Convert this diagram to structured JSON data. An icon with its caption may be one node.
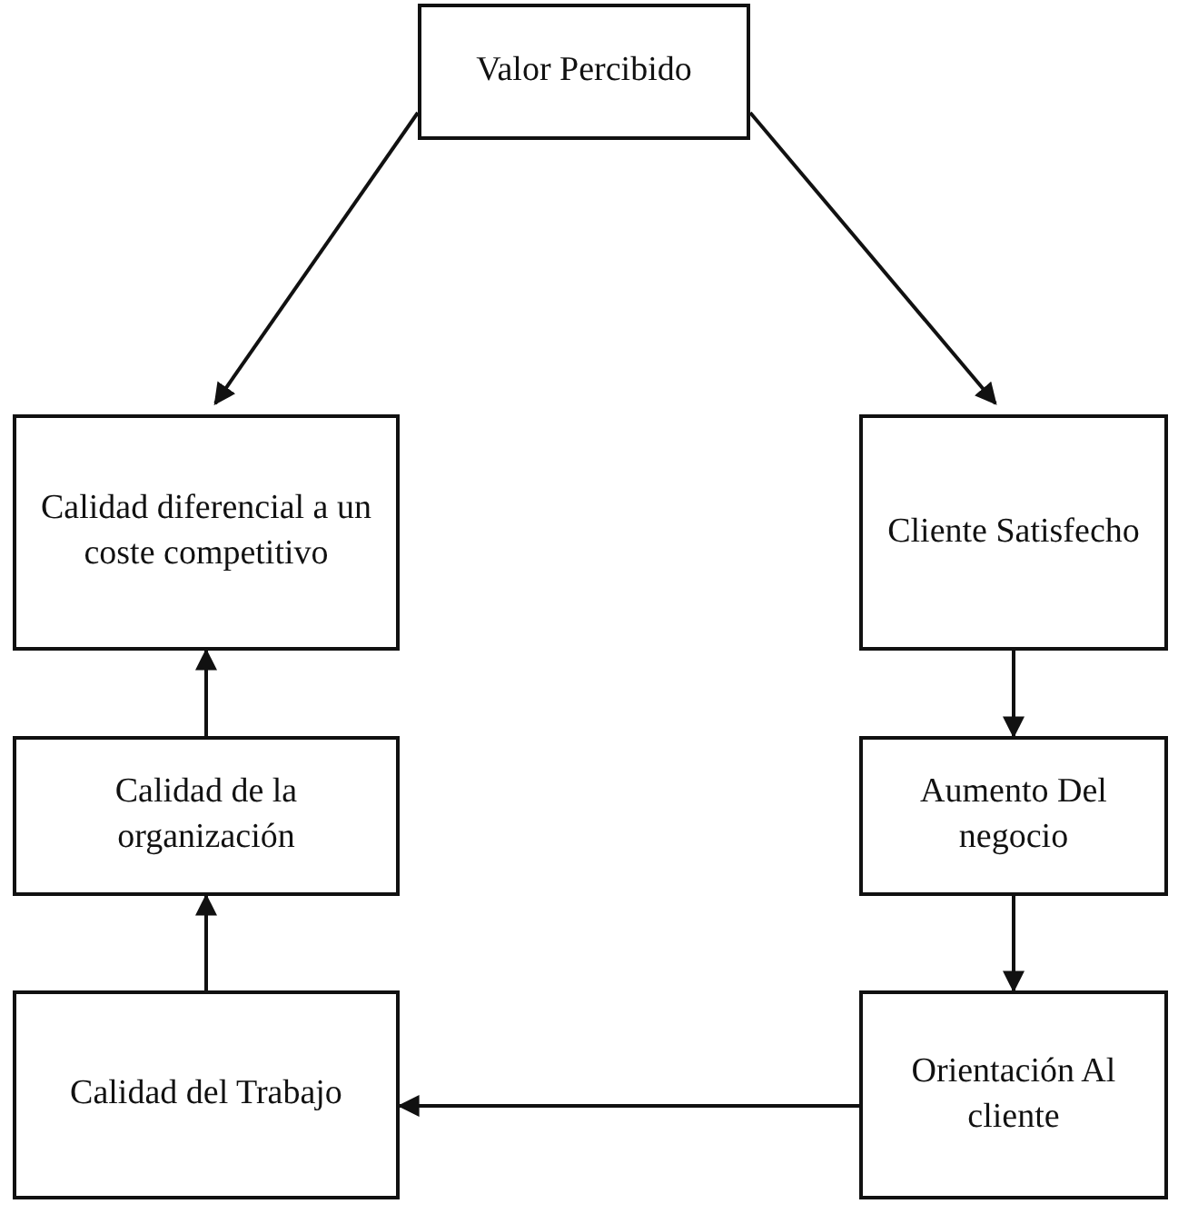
{
  "diagram": {
    "nodes": [
      {
        "text": [
          "Valor Percibido"
        ]
      },
      {
        "text": [
          "Calidad diferencial a un coste competitivo"
        ]
      },
      {
        "text": [
          "Cliente Satisfecho"
        ]
      },
      {
        "text": [
          "Calidad de la organización"
        ]
      },
      {
        "text": [
          "Aumento Del negocio"
        ]
      },
      {
        "text": [
          "Calidad del Trabajo"
        ]
      },
      {
        "text": [
          "Orientación Al cliente"
        ]
      }
    ],
    "edges": [
      {
        "from": 0,
        "to": 1,
        "arrow": "to"
      },
      {
        "from": 0,
        "to": 2,
        "arrow": "to"
      },
      {
        "from": 2,
        "to": 4,
        "arrow": "to"
      },
      {
        "from": 4,
        "to": 6,
        "arrow": "to"
      },
      {
        "from": 6,
        "to": 5,
        "arrow": "to"
      },
      {
        "from": 5,
        "to": 3,
        "arrow": "to"
      },
      {
        "from": 3,
        "to": 1,
        "arrow": "to"
      }
    ]
  }
}
